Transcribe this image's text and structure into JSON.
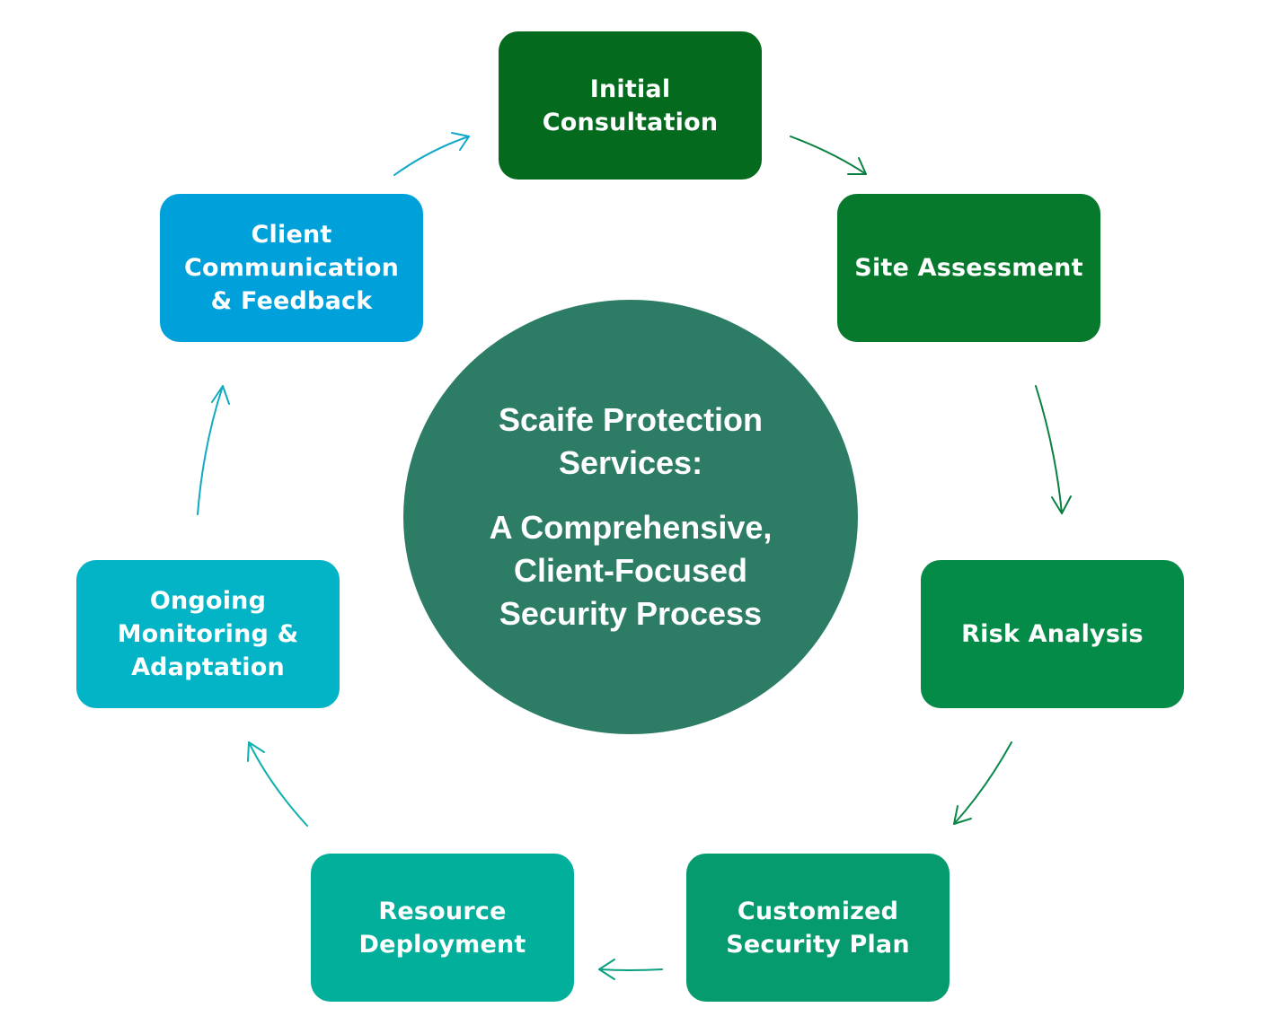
{
  "hub": {
    "title": "Scaife Protection\nServices:",
    "subtitle": "A Comprehensive,\nClient-Focused\nSecurity Process",
    "color": "#2D7D66"
  },
  "steps": [
    {
      "label": "Initial\nConsultation",
      "color": "#046A1E"
    },
    {
      "label": "Site Assessment",
      "color": "#06792C"
    },
    {
      "label": "Risk Analysis",
      "color": "#048B48"
    },
    {
      "label": "Customized\nSecurity Plan",
      "color": "#059B6E"
    },
    {
      "label": "Resource\nDeployment",
      "color": "#02AF9A"
    },
    {
      "label": "Ongoing\nMonitoring &\nAdaptation",
      "color": "#02B4C6"
    },
    {
      "label": "Client\nCommunication\n& Feedback",
      "color": "#00A1DA"
    }
  ],
  "arrow_colors": [
    "#0A8040",
    "#0A8040",
    "#0A8A4A",
    "#0AA080",
    "#10B0B0",
    "#10AABF",
    "#10A8C8"
  ]
}
